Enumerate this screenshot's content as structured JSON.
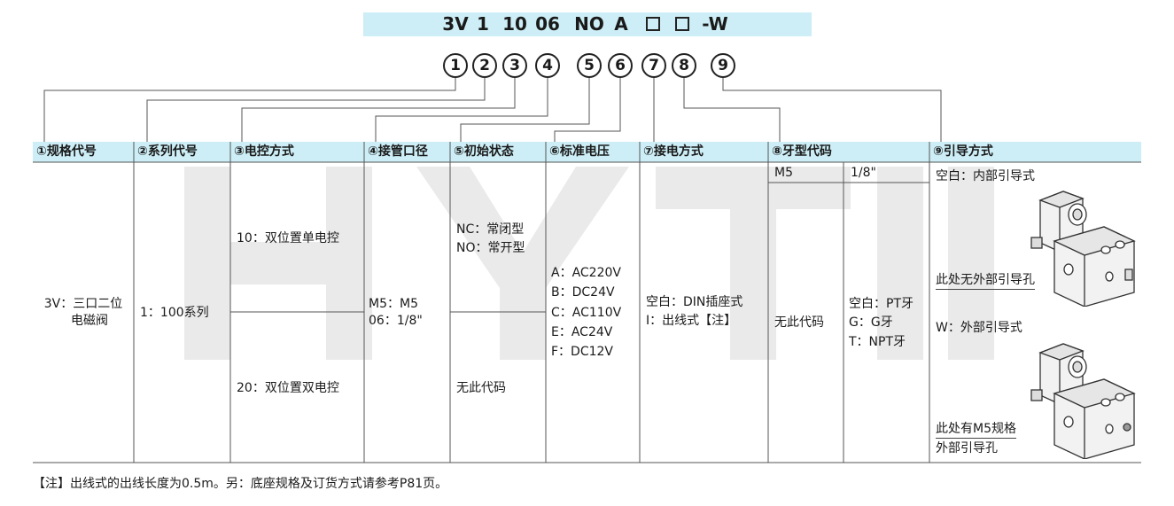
{
  "watermark": "HYTIL",
  "code": {
    "tokens": [
      "3V",
      "1",
      "10",
      "06",
      "NO",
      "A",
      "-W"
    ]
  },
  "circled": [
    "1",
    "2",
    "3",
    "4",
    "5",
    "6",
    "7",
    "8",
    "9"
  ],
  "headers": [
    "①规格代号",
    "②系列代号",
    "③电控方式",
    "④接管口径",
    "⑤初始状态",
    "⑥标准电压",
    "⑦接电方式",
    "⑧牙型代码",
    "⑨引导方式"
  ],
  "col1": {
    "line1": "3V：三口二位",
    "line2": "电磁阀"
  },
  "col2": {
    "text": "1：100系列"
  },
  "col3": {
    "top": "10：双位置单电控",
    "bottom": "20：双位置双电控"
  },
  "col4": {
    "line1": "M5：M5",
    "line2": "06：1/8\""
  },
  "col5": {
    "top1": "NC：常闭型",
    "top2": "NO：常开型",
    "bottom": "无此代码"
  },
  "col6": {
    "items": [
      "A：AC220V",
      "B：DC24V",
      "C：AC110V",
      "E：AC24V",
      "F：DC12V"
    ]
  },
  "col7": {
    "line1": "空白：DIN插座式",
    "line2": "I：出线式【注】"
  },
  "col8": {
    "sub_left": "M5",
    "sub_right": "1/8\"",
    "left_text": "无此代码",
    "right": [
      "空白：PT牙",
      "G：G牙",
      "T：NPT牙"
    ]
  },
  "col9": {
    "title1": "空白：内部引导式",
    "label1": "此处无外部引导孔",
    "title2": "W：外部引导式",
    "label2a": "此处有M5规格",
    "label2b": "外部引导孔"
  },
  "note": "【注】出线式的出线长度为0.5m。另：底座规格及订货方式请参考P81页。"
}
